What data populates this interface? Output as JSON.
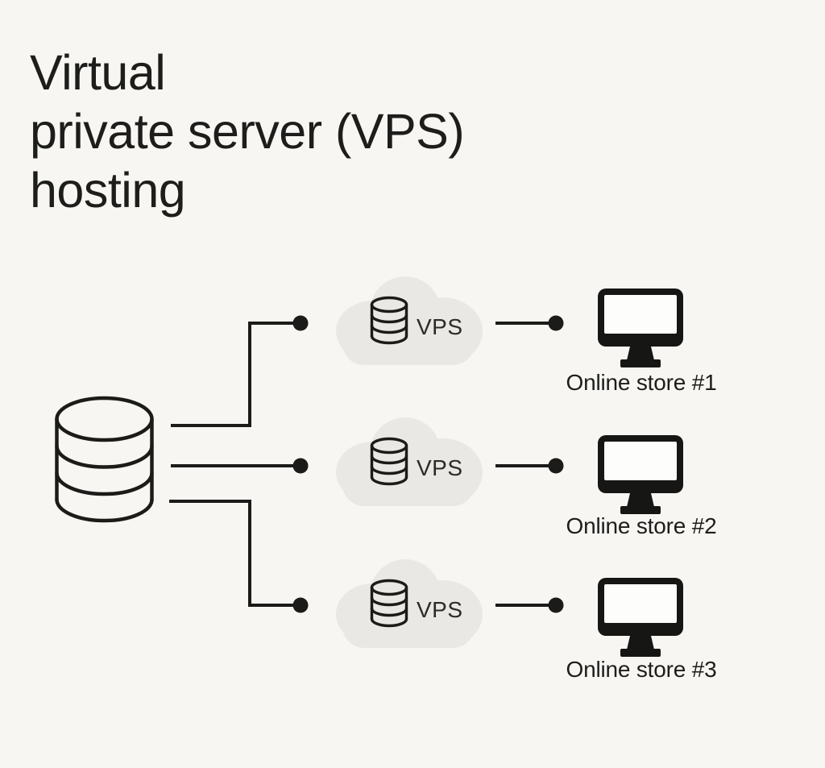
{
  "title": {
    "lines": [
      "Virtual",
      "private server (VPS)",
      "hosting"
    ],
    "full_text": "Virtual private server (VPS) hosting"
  },
  "diagram": {
    "source_icon": "database-cylinder",
    "rows": [
      {
        "vps_label": "VPS",
        "store_label": "Online store #1"
      },
      {
        "vps_label": "VPS",
        "store_label": "Online store #2"
      },
      {
        "vps_label": "VPS",
        "store_label": "Online store #3"
      }
    ]
  },
  "colors": {
    "background": "#f7f6f3",
    "cloud": "#eae8e4",
    "ink": "#1b1b19",
    "label_text": "#1d1d1b"
  }
}
